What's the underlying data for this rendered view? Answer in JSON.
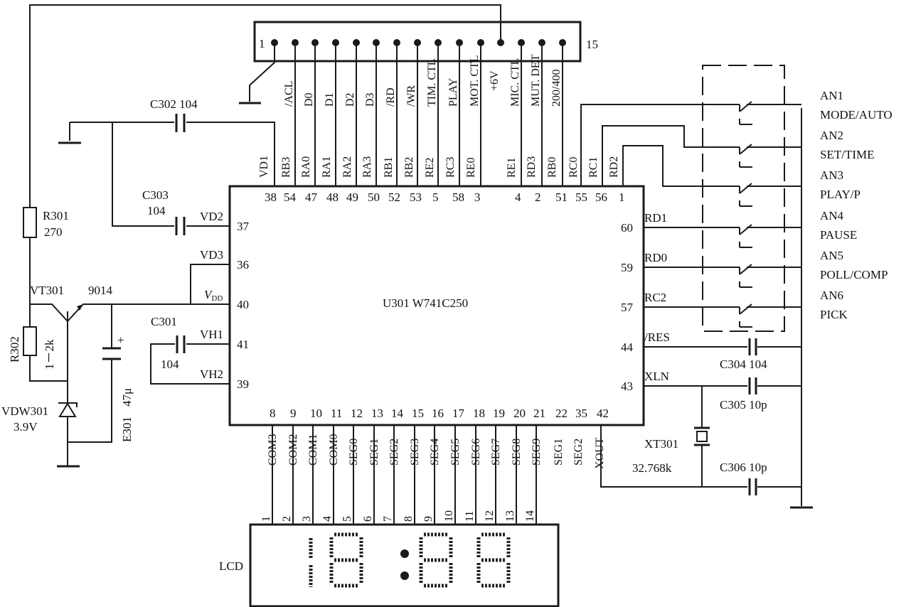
{
  "ic": {
    "name": "U301  W741C250"
  },
  "connector": {
    "pin_first": "1",
    "pin_last": "15"
  },
  "top_signals": [
    "/ACL",
    "D0",
    "D1",
    "D2",
    "D3",
    "/RD",
    "/WR",
    "TIM. CTL",
    "PLAY",
    "MOT. CTL",
    "+6V",
    "MIC. CTL",
    "MUT. DET",
    "200/400"
  ],
  "top_port_names": [
    "VD1",
    "RB3",
    "RA0",
    "RA1",
    "RA2",
    "RA3",
    "RB1",
    "RB2",
    "RE2",
    "RC3",
    "RE0",
    "RE1",
    "RD3",
    "RB0",
    "RC0",
    "RC1",
    "RD2"
  ],
  "top_pin_numbers": [
    "38",
    "54",
    "47",
    "48",
    "49",
    "50",
    "52",
    "53",
    "5",
    "58",
    "3",
    "4",
    "2",
    "51",
    "55",
    "56",
    "1"
  ],
  "left_ports": [
    {
      "name": "VD2",
      "pin": "37"
    },
    {
      "name": "VD3",
      "pin": "36"
    },
    {
      "name": "VDD",
      "sub": "DD",
      "pin": "40"
    },
    {
      "name": "VH1",
      "pin": "41"
    },
    {
      "name": "VH2",
      "pin": "39"
    }
  ],
  "right_ports": [
    {
      "name": "RD1",
      "pin": "60"
    },
    {
      "name": "RD0",
      "pin": "59"
    },
    {
      "name": "RC2",
      "pin": "57"
    },
    {
      "name": "/RES",
      "pin": "44"
    },
    {
      "name": "XLN",
      "pin": "43"
    }
  ],
  "bottom_pin_numbers": [
    "8",
    "9",
    "10",
    "11",
    "12",
    "13",
    "14",
    "15",
    "16",
    "17",
    "18",
    "19",
    "20",
    "21",
    "22",
    "35",
    "42"
  ],
  "bottom_port_names": [
    "COM3",
    "COM2",
    "COM1",
    "COM0",
    "SEG0",
    "SEG1",
    "SEG2",
    "SEG3",
    "SEG4",
    "SEG5",
    "SEG6",
    "SEG7",
    "SEG8",
    "SEG9",
    "SEG1",
    "SEG2",
    "XOUT"
  ],
  "lcd": {
    "label": "LCD",
    "pins": [
      "1",
      "2",
      "3",
      "4",
      "5",
      "6",
      "7",
      "8",
      "9",
      "10",
      "11",
      "12",
      "13",
      "14"
    ]
  },
  "buttons": [
    {
      "ref": "AN1",
      "func": "MODE/AUTO"
    },
    {
      "ref": "AN2",
      "func": "SET/TIME"
    },
    {
      "ref": "AN3",
      "func": "PLAY/P"
    },
    {
      "ref": "AN4",
      "func": "PAUSE"
    },
    {
      "ref": "AN5",
      "func": "POLL/COMP"
    },
    {
      "ref": "AN6",
      "func": "PICK"
    }
  ],
  "components": {
    "c302": {
      "ref": "C302",
      "value": "104"
    },
    "c303": {
      "ref": "C303",
      "value": "104"
    },
    "c301": {
      "ref": "C301",
      "value": "104"
    },
    "c304": {
      "ref": "C304",
      "value": "104"
    },
    "c305": {
      "ref": "C305",
      "value": "10p"
    },
    "c306": {
      "ref": "C306",
      "value": "10p"
    },
    "r301": {
      "ref": "R301",
      "value": "270"
    },
    "r302": {
      "ref": "R302",
      "value": "1－2k"
    },
    "vt301": {
      "ref": "VT301",
      "value": "9014"
    },
    "vdw301": {
      "ref": "VDW301",
      "value": "3.9V"
    },
    "e301": {
      "ref": "E301",
      "value": "47μ",
      "plus": "+"
    },
    "xt301": {
      "ref": "XT301",
      "value": "32.768k"
    }
  }
}
